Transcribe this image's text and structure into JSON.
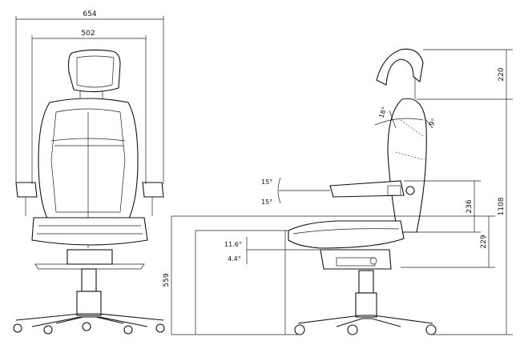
{
  "front_view": {
    "overall_width": "654",
    "seat_width": "502"
  },
  "side_view": {
    "headrest_adjust": "220",
    "recline_angle_back": "18°",
    "recline_angle_fwd": "9°",
    "armrest_tilt_up": "15°",
    "armrest_tilt_down": "15°",
    "armrest_height_adjust": "236",
    "seat_to_armrest": "229",
    "seat_tilt_back": "11.6°",
    "seat_tilt_fwd": "4.4°",
    "overall_height": "1108",
    "seat_height": "559"
  }
}
